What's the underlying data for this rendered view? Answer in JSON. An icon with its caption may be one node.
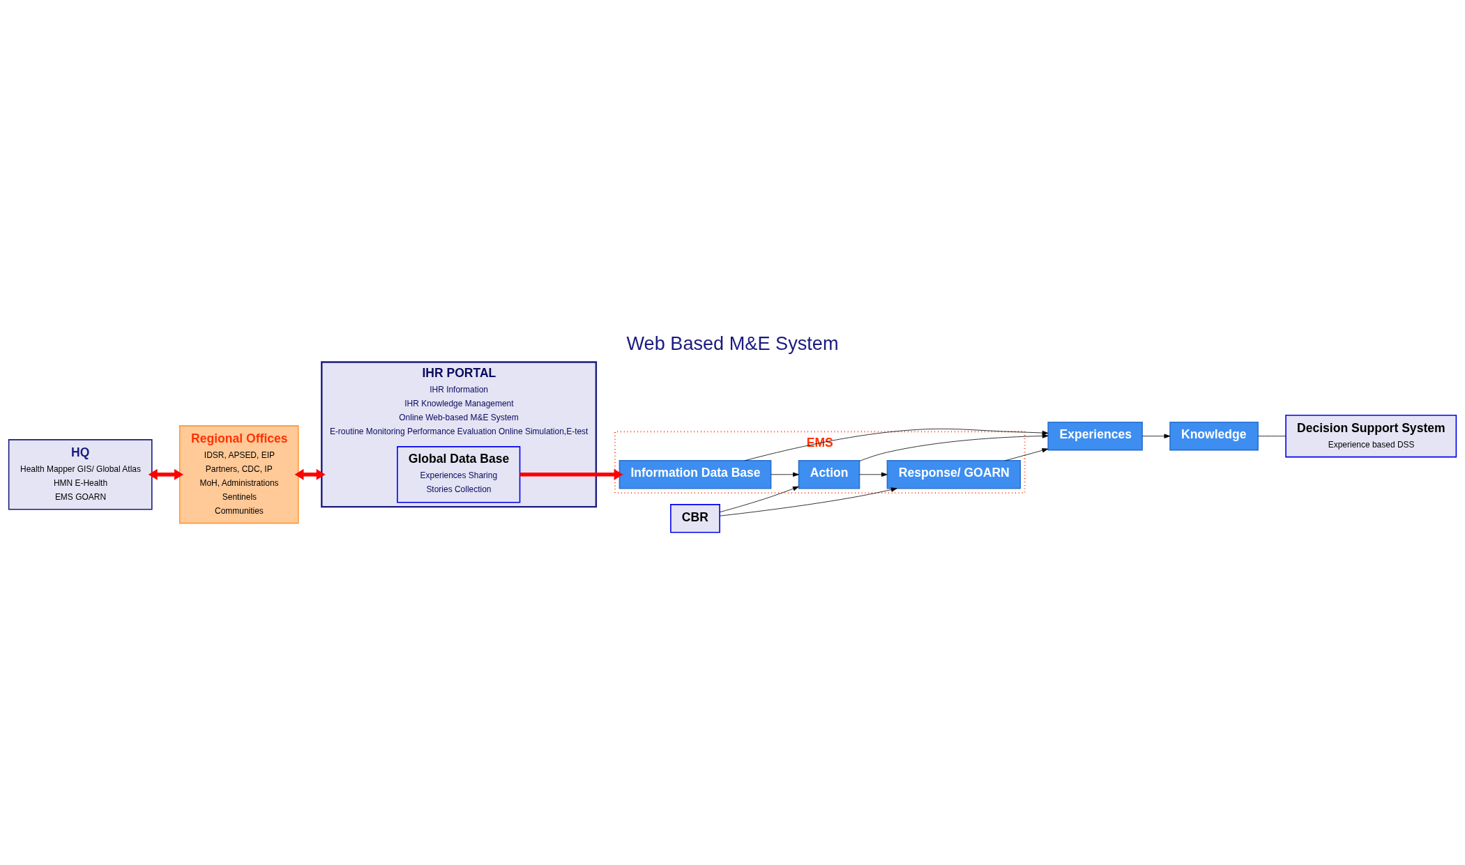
{
  "diagram": {
    "title": "Web Based M&E System",
    "nodes": [
      {
        "text": [
          "HQ",
          "Health Mapper GIS/ Global Atlas",
          "HMN E-Health",
          "EMS GOARN"
        ]
      },
      {
        "text": [
          "Regional Offices",
          "IDSR, APSED, EIP",
          "Partners, CDC, IP",
          "MoH, Administrations",
          "Sentinels",
          "Communities"
        ]
      },
      {
        "text": [
          "IHR PORTAL",
          "IHR Information",
          "IHR Knowledge Management",
          "Online Web-based M&E System",
          "E-routine Monitoring Performance Evaluation Online Simulation,E-test"
        ]
      },
      {
        "text": [
          "Global Data Base",
          "Experiences Sharing",
          "Stories Collection"
        ],
        "in": 2
      },
      {
        "text": [
          "Decision Support System",
          "Experience based DSS"
        ]
      },
      {
        "text": [
          "CBR"
        ]
      },
      {
        "text": [
          "Knowledge"
        ]
      },
      {
        "text": [
          "Experiences"
        ]
      },
      {
        "text": [
          "EMS"
        ]
      },
      {
        "text": [
          "Information Data Base"
        ],
        "in": 8
      },
      {
        "text": [
          "Action"
        ],
        "in": 8
      },
      {
        "text": [
          "Response/ GOARN"
        ],
        "in": 8
      }
    ],
    "edges": [
      {
        "from": 0,
        "to": 1,
        "arrow": "both",
        "style": "thick",
        "color": "#ff0000"
      },
      {
        "from": 1,
        "to": 2,
        "arrow": "both",
        "style": "thick",
        "color": "#ff0000"
      },
      {
        "from": 3,
        "to": 9,
        "arrow": "to",
        "style": "thick",
        "color": "#ff0000"
      },
      {
        "from": 6,
        "to": 4,
        "arrow": "none"
      },
      {
        "from": 7,
        "to": 6,
        "arrow": "to"
      },
      {
        "from": 9,
        "to": 7,
        "arrow": "to"
      },
      {
        "from": 9,
        "to": 10,
        "arrow": "to"
      },
      {
        "from": 10,
        "to": 11,
        "arrow": "to"
      },
      {
        "from": 5,
        "to": 10,
        "arrow": "to"
      },
      {
        "from": 5,
        "to": 11,
        "arrow": "to"
      },
      {
        "from": 10,
        "to": 7,
        "arrow": "to"
      },
      {
        "from": 11,
        "to": 7,
        "arrow": "to"
      }
    ]
  }
}
